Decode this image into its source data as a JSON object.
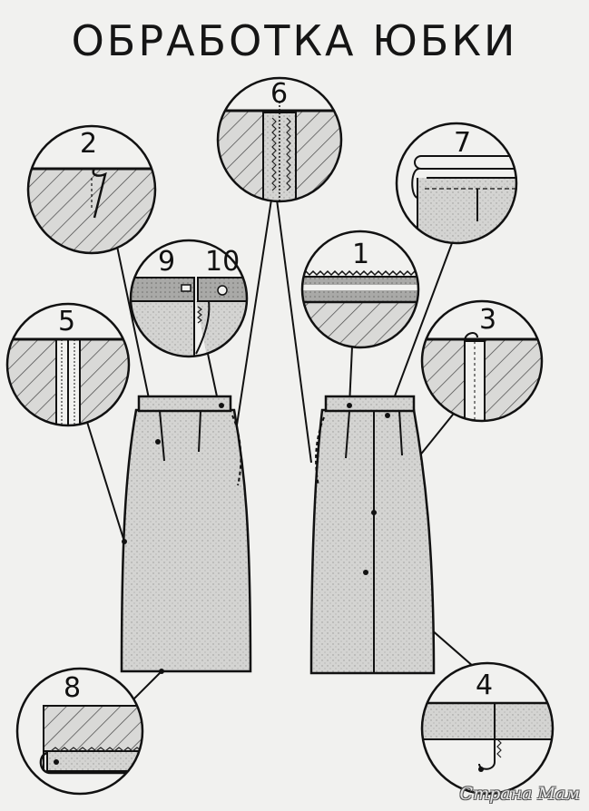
{
  "title": "Обработка юбки",
  "callouts": [
    {
      "label": "1"
    },
    {
      "label": "2"
    },
    {
      "label": "3"
    },
    {
      "label": "4"
    },
    {
      "label": "5"
    },
    {
      "label": "6"
    },
    {
      "label": "7"
    },
    {
      "label": "8"
    },
    {
      "label": "9"
    },
    {
      "label": "10"
    }
  ],
  "watermark": "Страна Мам"
}
